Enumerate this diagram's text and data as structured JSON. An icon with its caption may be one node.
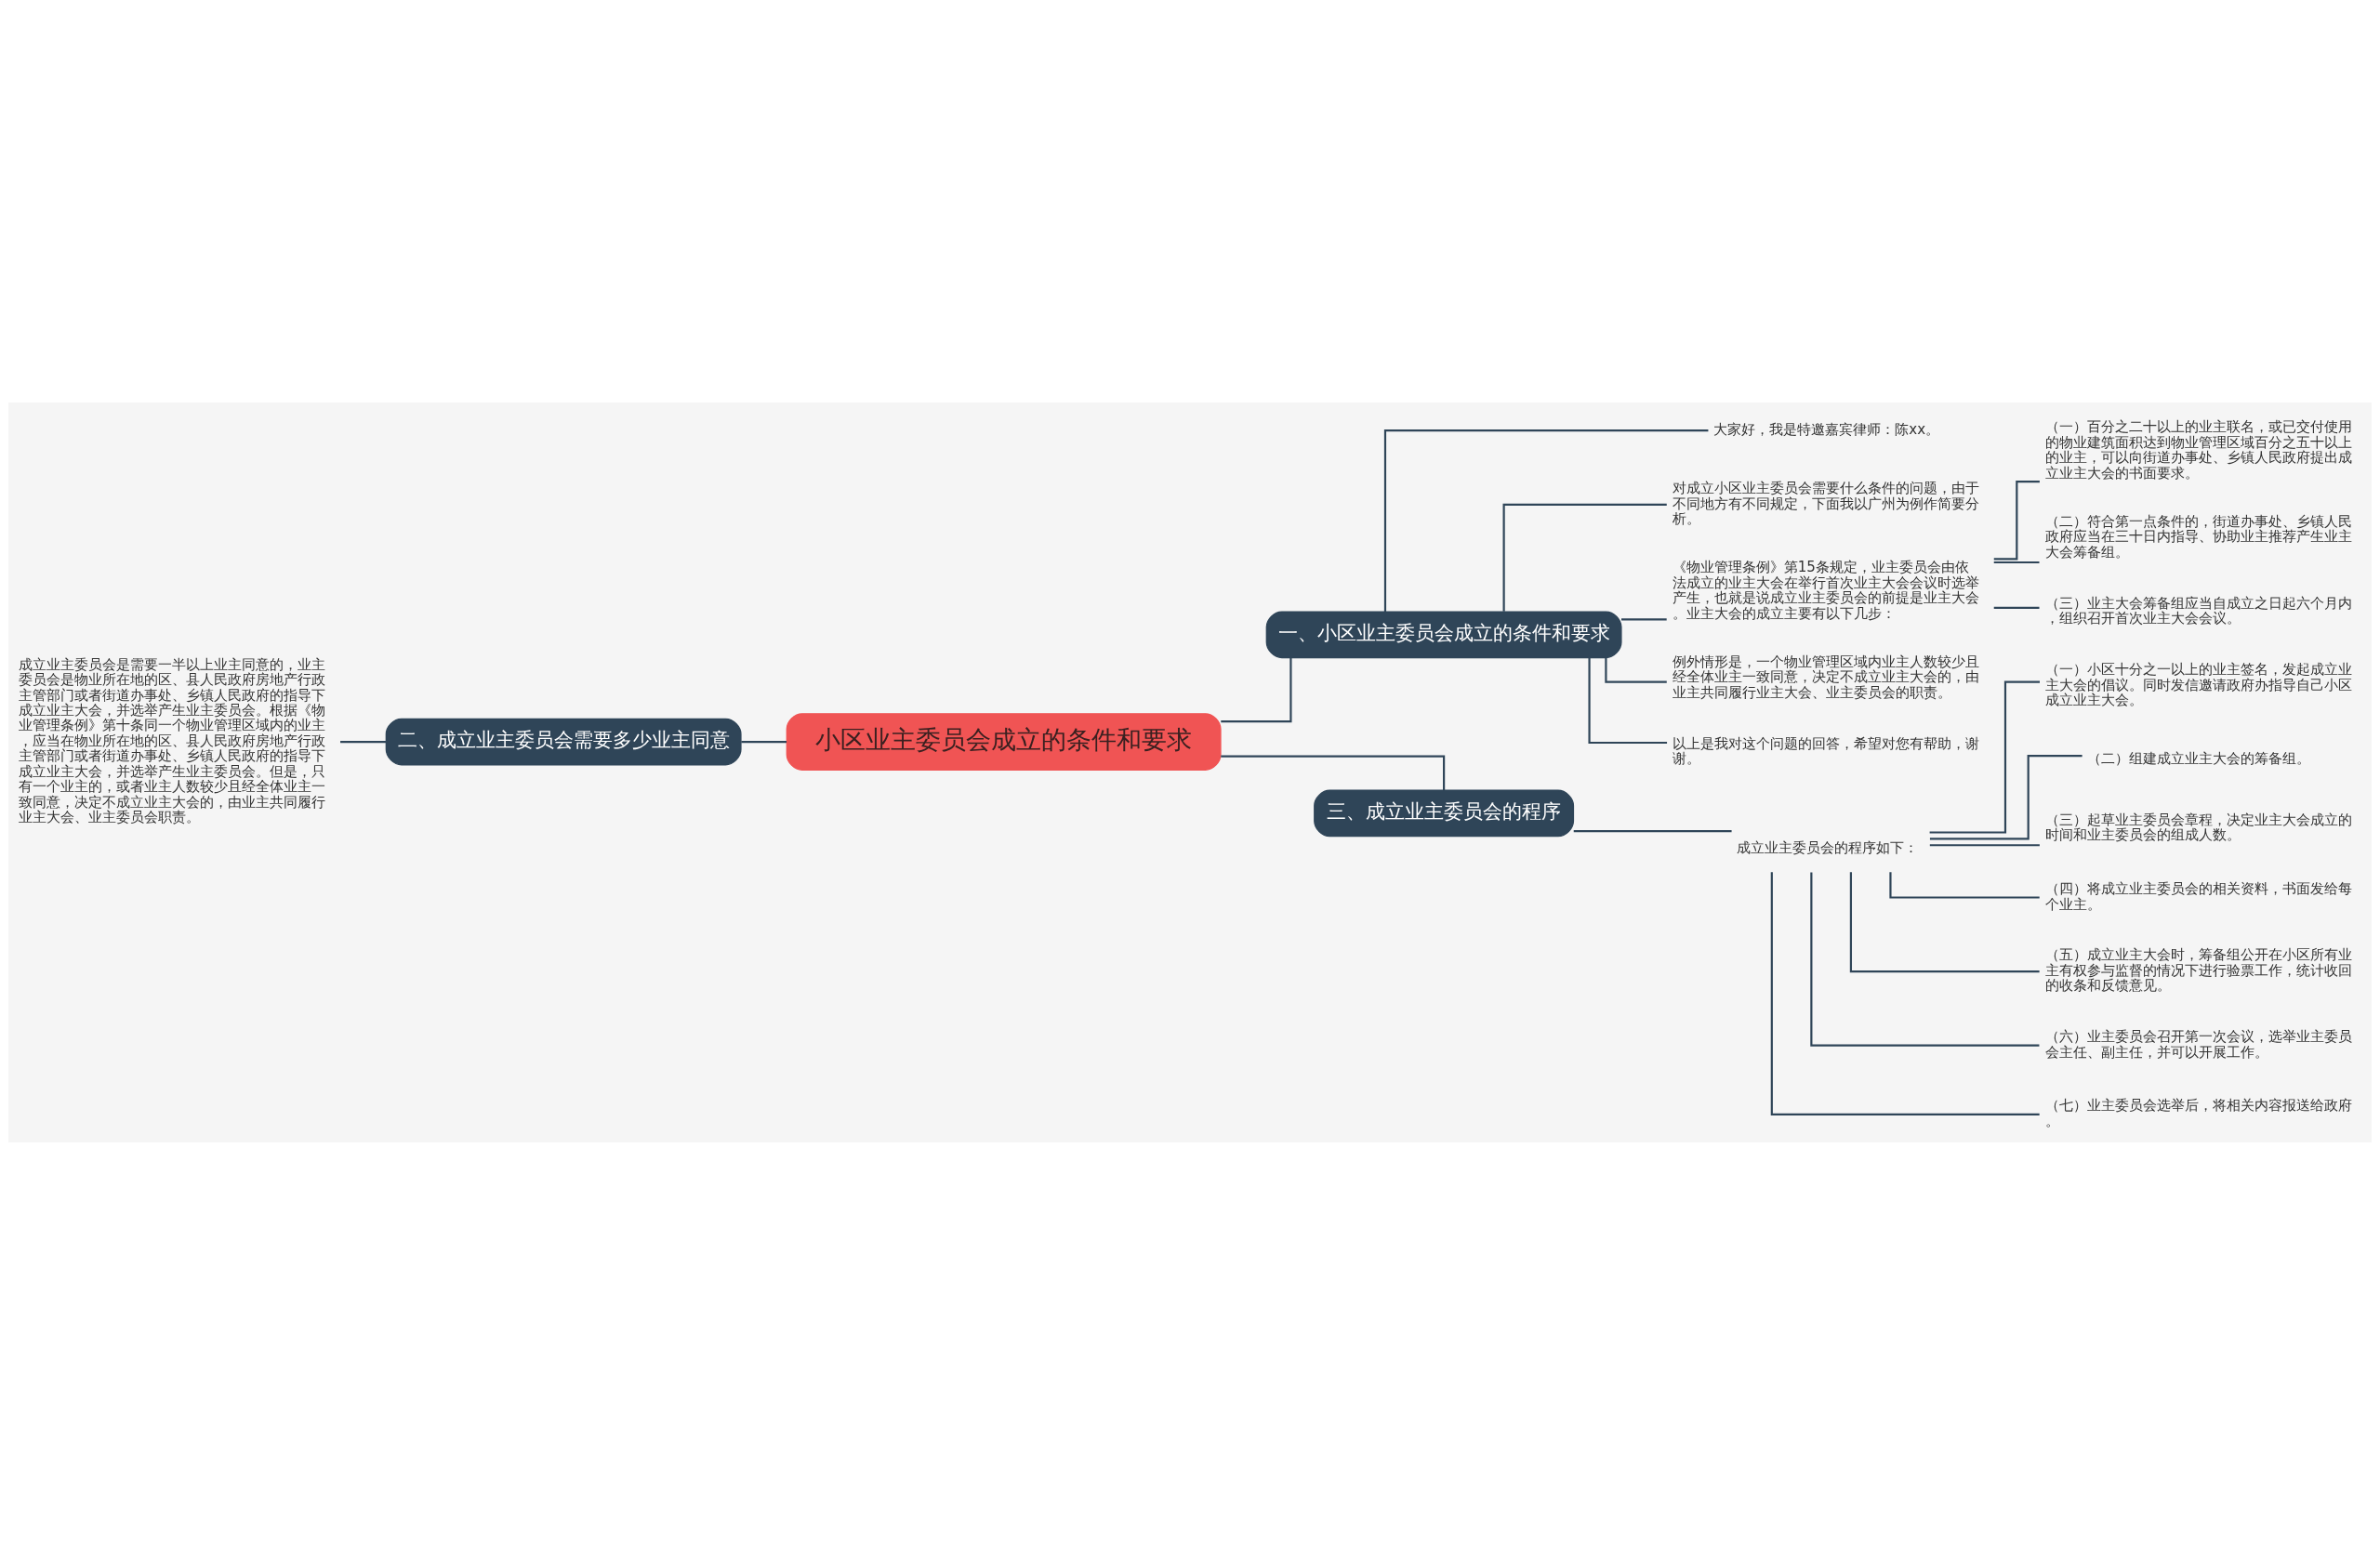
{
  "diagram": {
    "nodes": [
      {
        "text": [
          "小区业主委员会成立的条件和要求"
        ]
      },
      {
        "text": [
          "一、小区业主委员会成立的条件和要求"
        ]
      },
      {
        "text": [
          "大家好，我是特邀嘉宾律师：陈xx。"
        ]
      },
      {
        "text": [
          "对成立小区业主委员会需要什么条件的问题，由于不同地方有不同规定，下面我以广州为例作简要分析。"
        ]
      },
      {
        "text": [
          "《物业管理条例》第15条规定，业主委员会由依法成立的业主大会在举行首次业主大会会议时选举产生，也就是说成立业主委员会的前提是业主大会。业主大会的成立主要有以下几步："
        ]
      },
      {
        "text": [
          "（一）百分之二十以上的业主联名，或已交付使用的物业建筑面积达到物业管理区域百分之五十以上的业主，可以向街道办事处、乡镇人民政府提出成立业主大会的书面要求。"
        ]
      },
      {
        "text": [
          "（二）符合第一点条件的，街道办事处、乡镇人民政府应当在三十日内指导、协助业主推荐产生业主大会筹备组。"
        ]
      },
      {
        "text": [
          "（三）业主大会筹备组应当自成立之日起六个月内，组织召开首次业主大会会议。"
        ]
      },
      {
        "text": [
          "例外情形是，一个物业管理区域内业主人数较少且经全体业主一致同意，决定不成立业主大会的，由业主共同履行业主大会、业主委员会的职责。"
        ]
      },
      {
        "text": [
          "以上是我对这个问题的回答，希望对您有帮助，谢谢。"
        ]
      },
      {
        "text": [
          "二、成立业主委员会需要多少业主同意"
        ]
      },
      {
        "text": [
          "成立业主委员会是需要一半以上业主同意的，业主委员会是物业所在地的区、县人民政府房地产行政主管部门或者街道办事处、乡镇人民政府的指导下成立业主大会，并选举产生业主委员会。根据《物业管理条例》第十条同一个物业管理区域内的业主，应当在物业所在地的区、县人民政府房地产行政主管部门或者街道办事处、乡镇人民政府的指导下成立业主大会，并选举产生业主委员会。但是，只有一个业主的，或者业主人数较少且经全体业主一致同意，决定不成立业主大会的，由业主共同履行业主大会、业主委员会职责。"
        ]
      },
      {
        "text": [
          "三、成立业主委员会的程序"
        ]
      },
      {
        "text": [
          "成立业主委员会的程序如下："
        ]
      },
      {
        "text": [
          "（一）小区十分之一以上的业主签名，发起成立业主大会的倡议。同时发信邀请政府办指导自己小区成立业主大会。"
        ]
      },
      {
        "text": [
          "（二）组建成立业主大会的筹备组。"
        ]
      },
      {
        "text": [
          "（三）起草业主委员会章程，决定业主大会成立的时间和业主委员会的组成人数。"
        ]
      },
      {
        "text": [
          "（四）将成立业主委员会的相关资料，书面发给每个业主。"
        ]
      },
      {
        "text": [
          "（五）成立业主大会时，筹备组公开在小区所有业主有权参与监督的情况下进行验票工作，统计收回的收条和反馈意见。"
        ]
      },
      {
        "text": [
          "（六）业主委员会召开第一次会议，选举业主委员会主任、副主任，并可以开展工作。"
        ]
      },
      {
        "text": [
          "（七）业主委员会选举后，将相关内容报送给政府。"
        ]
      }
    ],
    "edges": [
      {
        "from": 0,
        "to": 1,
        "arrow": "none"
      },
      {
        "from": 1,
        "to": 2,
        "arrow": "none"
      },
      {
        "from": 1,
        "to": 3,
        "arrow": "none"
      },
      {
        "from": 1,
        "to": 4,
        "arrow": "none"
      },
      {
        "from": 4,
        "to": 5,
        "arrow": "none"
      },
      {
        "from": 4,
        "to": 6,
        "arrow": "none"
      },
      {
        "from": 4,
        "to": 7,
        "arrow": "none"
      },
      {
        "from": 1,
        "to": 8,
        "arrow": "none"
      },
      {
        "from": 1,
        "to": 9,
        "arrow": "none"
      },
      {
        "from": 11,
        "to": 10,
        "arrow": "none"
      },
      {
        "from": 10,
        "to": 0,
        "arrow": "none"
      },
      {
        "from": 0,
        "to": 12,
        "arrow": "none"
      },
      {
        "from": 12,
        "to": 13,
        "arrow": "none"
      },
      {
        "from": 13,
        "to": 14,
        "arrow": "none"
      },
      {
        "from": 13,
        "to": 15,
        "arrow": "none"
      },
      {
        "from": 13,
        "to": 16,
        "arrow": "none"
      },
      {
        "from": 13,
        "to": 17,
        "arrow": "none"
      },
      {
        "from": 13,
        "to": 18,
        "arrow": "none"
      },
      {
        "from": 13,
        "to": 19,
        "arrow": "none"
      },
      {
        "from": 13,
        "to": 20,
        "arrow": "none"
      }
    ]
  }
}
